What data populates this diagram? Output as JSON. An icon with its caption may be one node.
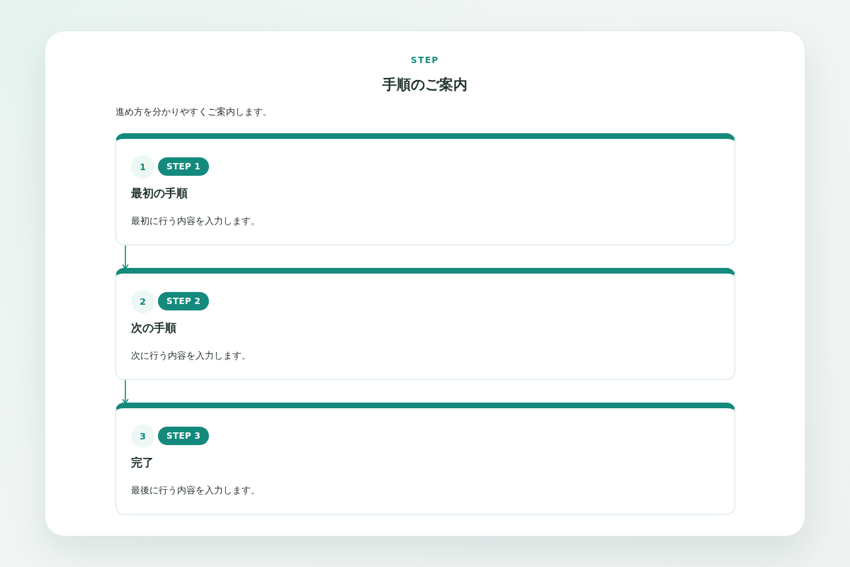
{
  "diagram": {
    "title": "手順のご案内",
    "nodes": [
      {
        "text": [
          "最初の手順",
          "最初に行う内容を入力します。"
        ]
      },
      {
        "text": [
          "1"
        ],
        "in": 0
      },
      {
        "text": [
          "STEP 1"
        ],
        "in": 0
      },
      {
        "text": [
          "次の手順",
          "次に行う内容を入力します。"
        ]
      },
      {
        "text": [
          "2"
        ],
        "in": 3
      },
      {
        "text": [
          "STEP 2"
        ],
        "in": 3
      },
      {
        "text": [
          "完了",
          "最後に行う内容を入力します。"
        ]
      },
      {
        "text": [
          "3"
        ],
        "in": 6
      },
      {
        "text": [
          "STEP 3"
        ],
        "in": 6
      }
    ],
    "edges": [
      {
        "from": 0,
        "to": 3,
        "arrow": "to"
      },
      {
        "from": 3,
        "to": 6,
        "arrow": "to"
      }
    ],
    "labels": [
      "STEP",
      "進め方を分かりやすくご案内します。"
    ]
  }
}
